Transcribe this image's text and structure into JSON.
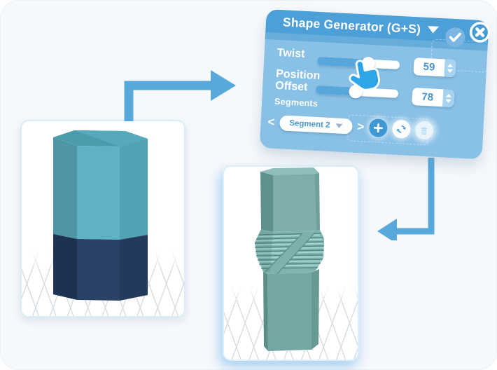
{
  "panel": {
    "title": "Shape Generator (G+S)",
    "rows": [
      {
        "label": "Twist",
        "value": "59"
      },
      {
        "label": "Position Offset",
        "value": "78"
      }
    ],
    "segments": {
      "label": "Segments",
      "prev": "<",
      "selected": "Segment 2",
      "next": ">"
    },
    "icons": {
      "title_caret": "dropdown-triangle",
      "confirm": "check",
      "close": "x-cross",
      "add": "plus",
      "refresh": "cycle-arrows",
      "trash": "trash-can",
      "cursor": "pointing-hand"
    }
  },
  "colors": {
    "panel_header": "#4C9FD7",
    "panel_body": "#89C0E6",
    "accent_blue": "#4696CF",
    "arrow_blue": "#58A8DC",
    "shape_before_top": "#5FB2C3",
    "shape_before_bottom": "#2A4267",
    "shape_after": "#74A7A2"
  }
}
